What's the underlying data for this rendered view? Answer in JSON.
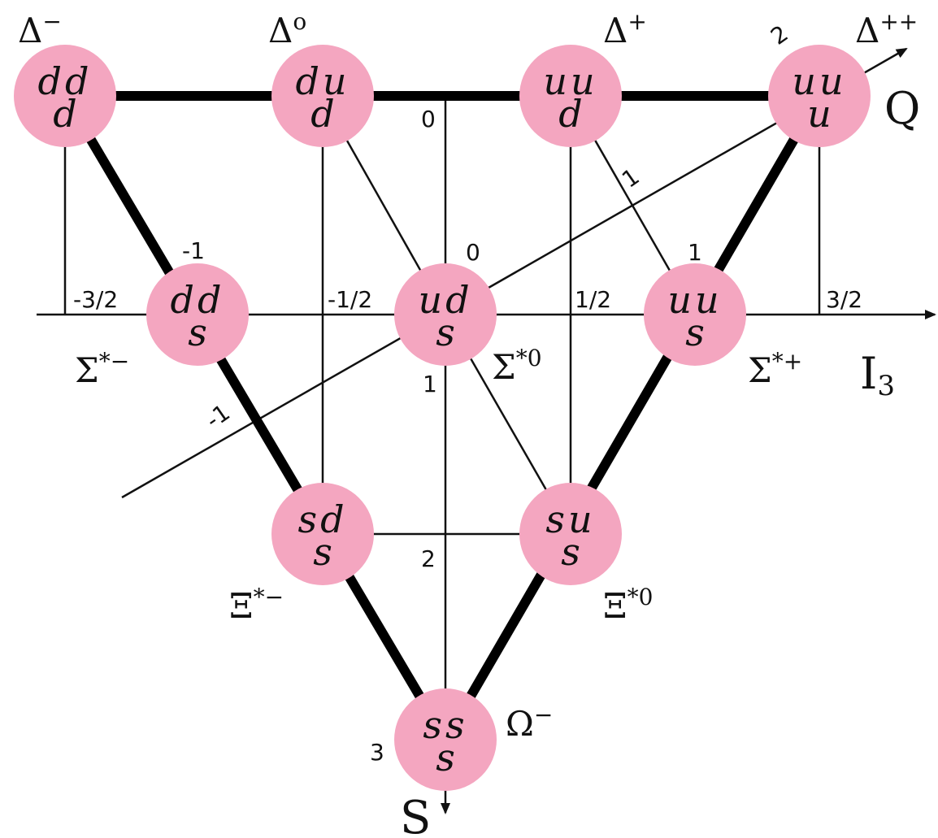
{
  "axes": {
    "i3": {
      "label_main": "I",
      "label_sub": "3",
      "ticks": [
        "-3/2",
        "-1/2",
        "1/2",
        "3/2"
      ]
    },
    "s": {
      "label": "S",
      "ticks": [
        "0",
        "1",
        "2",
        "3"
      ]
    },
    "q": {
      "label": "Q",
      "ticks": [
        "-1",
        "0",
        "1",
        "2"
      ]
    }
  },
  "particles": [
    {
      "id": "delta-minus",
      "quarks_top": "dd",
      "quarks_bottom": "d",
      "name": "Δ",
      "sup": "−"
    },
    {
      "id": "delta-zero",
      "quarks_top": "du",
      "quarks_bottom": "d",
      "name": "Δ",
      "sup": "o"
    },
    {
      "id": "delta-plus",
      "quarks_top": "uu",
      "quarks_bottom": "d",
      "name": "Δ",
      "sup": "+"
    },
    {
      "id": "delta-plusplus",
      "quarks_top": "uu",
      "quarks_bottom": "u",
      "name": "Δ",
      "sup": "++"
    },
    {
      "id": "sigma-star-minus",
      "quarks_top": "dd",
      "quarks_bottom": "s",
      "name": "Σ",
      "sup": "*−"
    },
    {
      "id": "sigma-star-zero",
      "quarks_top": "ud",
      "quarks_bottom": "s",
      "name": "Σ",
      "sup": "*0"
    },
    {
      "id": "sigma-star-plus",
      "quarks_top": "uu",
      "quarks_bottom": "s",
      "name": "Σ",
      "sup": "*+"
    },
    {
      "id": "xi-star-minus",
      "quarks_top": "sd",
      "quarks_bottom": "s",
      "name": "Ξ",
      "sup": "*−"
    },
    {
      "id": "xi-star-zero",
      "quarks_top": "su",
      "quarks_bottom": "s",
      "name": "Ξ",
      "sup": "*0"
    },
    {
      "id": "omega-minus",
      "quarks_top": "ss",
      "quarks_bottom": "s",
      "name": "Ω",
      "sup": "−"
    }
  ]
}
